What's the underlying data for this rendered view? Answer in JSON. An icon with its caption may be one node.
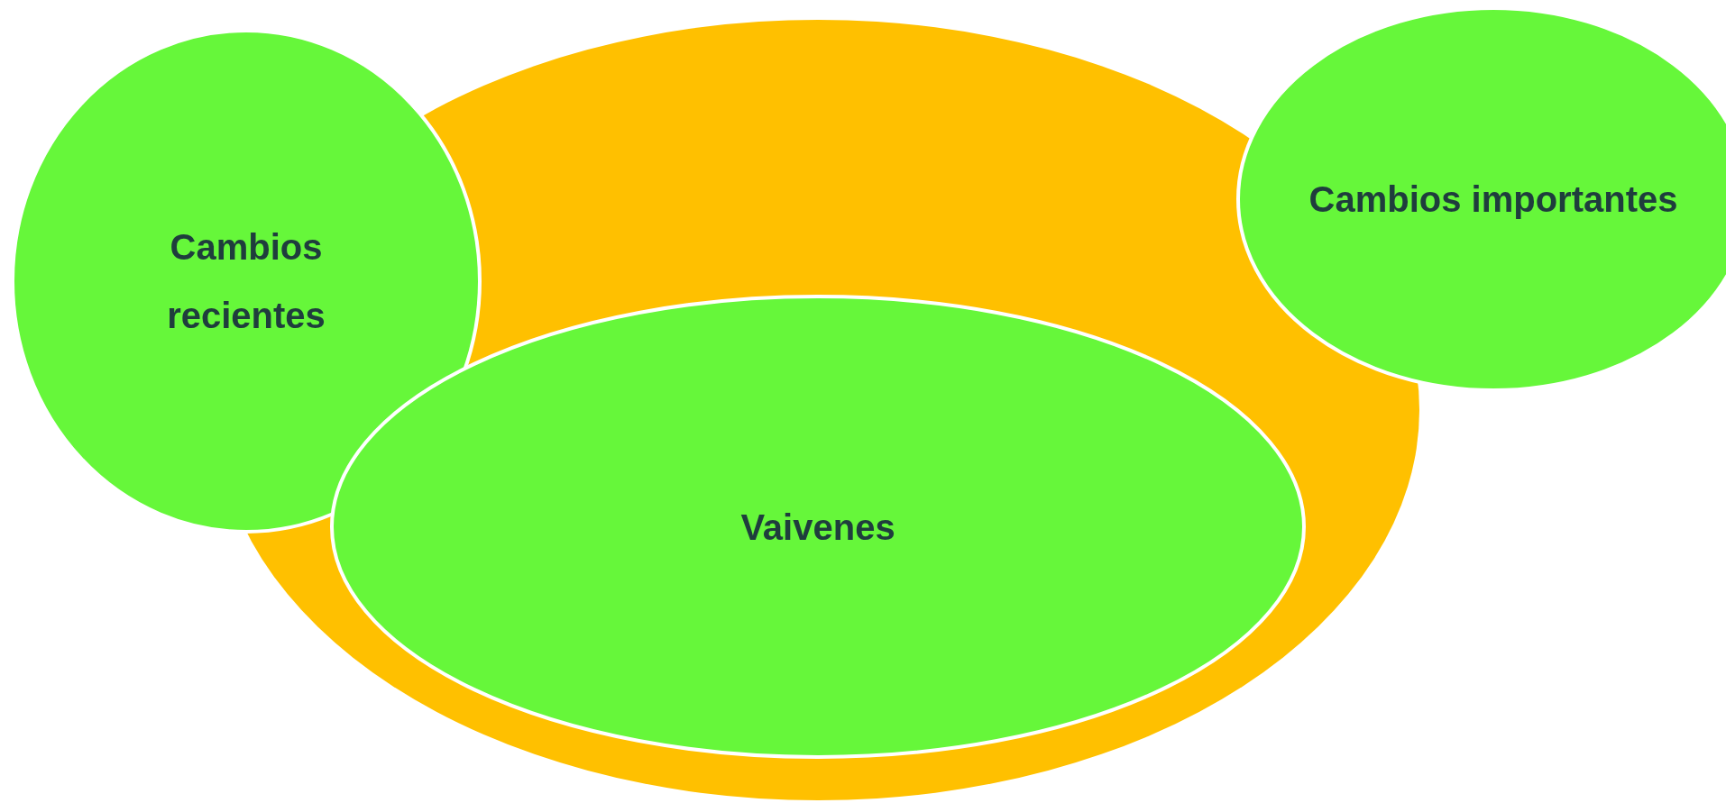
{
  "diagram": {
    "nodes": [
      {
        "text": [],
        "shape": "ellipse"
      },
      {
        "text": [
          "Cambios recientes"
        ]
      },
      {
        "text": [
          "Cambios importantes"
        ]
      },
      {
        "text": [
          "Vaivenes"
        ],
        "in": 0
      }
    ]
  }
}
